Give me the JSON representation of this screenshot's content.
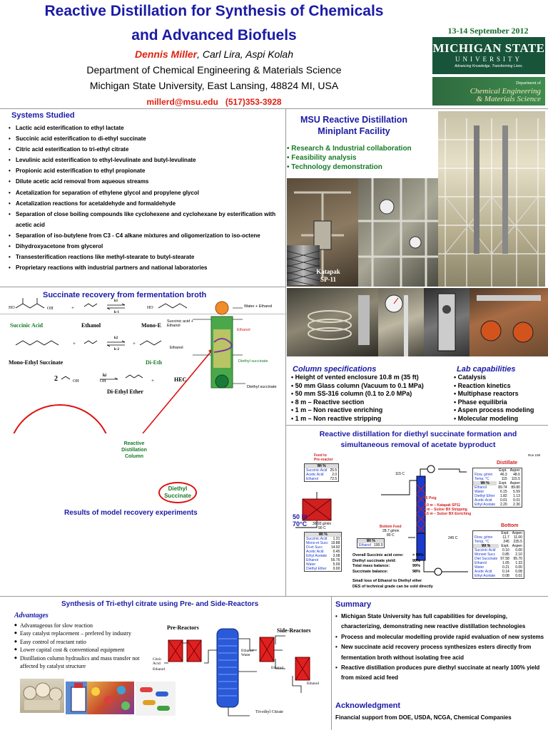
{
  "header": {
    "title_line1": "Reactive Distillation for Synthesis of Chemicals",
    "title_line2": "and Advanced Biofuels",
    "lead_author": "Dennis Miller",
    "coauthors": ", Carl Lira, Aspi Kolah",
    "department": "Department of Chemical Engineering & Materials Science",
    "university": "Michigan State University, East Lansing, 48824 MI, USA",
    "email": "millerd@msu.edu",
    "phone": "(517)353-3928",
    "date": "13-14 September 2012"
  },
  "logos": {
    "msu_line1": "MICHIGAN STATE",
    "msu_line2": "UNIVERSITY",
    "msu_tagline": "Advancing Knowledge. Transforming Lives.",
    "dept_prefix": "Department of",
    "dept_line1": "Chemical Engineering",
    "dept_line2": "& Materials Science"
  },
  "systems": {
    "title": "Systems Studied",
    "items": [
      "Lactic acid esterification to ethyl lactate",
      "Succinic acid esterification to di-ethyl succinate",
      "Citric acid esterification to tri-ethyl citrate",
      "Levulinic acid esterification to ethyl-levulinate and butyl-levulinate",
      "Propionic acid esterification to ethyl propionate",
      "Dilute acetic acid removal from aqueous streams",
      "Acetalization for separation of ethylene glycol and propylene glycol",
      "Acetalization reactions for acetaldehyde and formaldehyde",
      "Separation of close boiling compounds like cyclohexene and cyclohexane by esterification with acetic acid",
      "Separation of iso-butylene from C3 - C4 alkane mixtures and oligomerization to iso-octene",
      "Dihydroxyacetone from glycerol",
      "Transesterification reactions like methyl-stearate to butyl-stearate",
      "Proprietary reactions with industrial partners and national laboratories"
    ]
  },
  "miniplant": {
    "title_line1": "MSU Reactive Distillation",
    "title_line2": "Miniplant Facility",
    "bullets": [
      "Research & Industrial collaboration",
      "Feasibility analysis",
      "Technology demonstration"
    ],
    "katapak_line1": "Katapak",
    "katapak_line2": "SP-11"
  },
  "succinate": {
    "title": "Succinate recovery from fermentation broth",
    "succinic_acid": "Succinic Acid",
    "ethanol": "Ethanol",
    "mono_e": "Mono-E",
    "mono_ethyl_succinate": "Mono-Ethyl Succinate",
    "di_eth": "Di-Eth",
    "di_ethyl_ether": "Di-Ethyl Ether",
    "stoich": "2",
    "ki": "ki",
    "k1": "k1",
    "km1": "k-1",
    "k2": "k2",
    "km2": "k-2",
    "hec": "HEC",
    "col_water_ethanol": "Water + Ethanol",
    "col_feed": "Succinic acid + Ethanol",
    "col_ethanol_out": "Ethanol",
    "col_ethanol_in": "Ethanol",
    "col_diethyl1": "Diethyl succinate",
    "col_diethyl2": "Diethyl succinate",
    "reactive_col_line1": "Reactive",
    "reactive_col_line2": "Distillation",
    "reactive_col_line3": "Column",
    "diethyl_line1": "Diethyl",
    "diethyl_line2": "Succinate",
    "results_title": "Results of model recovery experiments"
  },
  "specs": {
    "title": "Column specifications",
    "items": [
      "Height of vented enclosure  10.8 m (35 ft)",
      "50 mm Glass column (Vacuum to 0.1 MPa)",
      "50 mm SS-316 column (0.1 to 2.0 MPa)",
      "8 m – Reactive section",
      "1 m – Non reactive enriching",
      "1 m – Non reactive stripping"
    ]
  },
  "lab": {
    "title": "Lab capabilities",
    "items": [
      "Catalysis",
      "Reaction kinetics",
      "Multiphase reactors",
      "Phase equilibria",
      "Aspen process modeling",
      "Molecular modeling"
    ]
  },
  "rd": {
    "title_line1": "Reactive distillation for diethyl succinate formation and",
    "title_line2": "simultaneous removal of acetate byproduct",
    "run": "Run 108",
    "feed_label": "Feed to\nPre-reactor",
    "feed_table": {
      "head": "Wt %",
      "rows": [
        [
          "Succinic Acid",
          "25.5"
        ],
        [
          "Acetic Acid",
          "2.0"
        ],
        [
          "Ethanol",
          "72.5"
        ]
      ]
    },
    "vessel_label1": "50 lit",
    "vessel_label2": "70°C",
    "top_feed": "Top Feed",
    "top_feed_flow": "39.93 g/min",
    "top_feed_temp": "90 C",
    "top_table": {
      "head": "Wt %",
      "rows": [
        [
          "Succinic Acid",
          "1.31"
        ],
        [
          "Mono-et Succ",
          "19.88"
        ],
        [
          "Di-et Succ",
          "14.92"
        ],
        [
          "Acetic Acid",
          "0.45"
        ],
        [
          "Ethyl Acetate",
          "3.08"
        ],
        [
          "Ethanol",
          "55.76"
        ],
        [
          "Water",
          "5.09"
        ],
        [
          "Diethyl Ether",
          "0.00"
        ]
      ]
    },
    "temp_top": "115 C",
    "pressure": "45 Psig",
    "section1": "3.0 m – Katapak SP11",
    "section2": "1 m – Sulzer BX Stripping",
    "section3": "0.6 m – Sulzer BX Enriching",
    "bottom_feed": "Bottom Feed",
    "bottom_feed_flow": "28.7 g/min",
    "bottom_feed_temp": "80 C",
    "bottom_feed_table": {
      "head": "Wt %",
      "rows": [
        [
          "Ethanol",
          "100.0"
        ]
      ]
    },
    "temp_bottom": "245 C",
    "distillate_title": "Distillate",
    "distillate_head": [
      "",
      "Expt.",
      "Aspen"
    ],
    "distillate_flow": [
      [
        "Flow, g/min",
        "46.3",
        "48.6"
      ],
      [
        "Temp, °C",
        "115",
        "115.5"
      ]
    ],
    "distillate_comp": [
      [
        "Ethanol",
        "89.74",
        "89.80"
      ],
      [
        "Water",
        "6.15",
        "5.59"
      ],
      [
        "Diethyl Ether",
        "1.82",
        "1.13"
      ],
      [
        "Acetic Acid",
        "0.01",
        "0.01"
      ],
      [
        "Ethyl Acetate",
        "2.20",
        "2.30"
      ]
    ],
    "bottom_title": "Bottom",
    "bottom_head": [
      "",
      "Expt.",
      "Aspen"
    ],
    "bottom_flow": [
      [
        "Flow, g/min",
        "11.7",
        "11.00"
      ],
      [
        "Temp, °C",
        "245",
        "235.5"
      ]
    ],
    "bottom_comp": [
      [
        "Succinic Acid",
        "0.10",
        "0.00"
      ],
      [
        "Monoet Succ",
        "0.85",
        "2.10"
      ],
      [
        "Diet Succinate",
        "97.58",
        "95.70"
      ],
      [
        "Ethanol",
        "1.05",
        "1.33"
      ],
      [
        "Water",
        "0.21",
        "0.00"
      ],
      [
        "Acetic Acid",
        "0.14",
        "0.08"
      ],
      [
        "Ethyl Acetate",
        "0.08",
        "0.01"
      ]
    ],
    "wt_label": "Wt %",
    "results": [
      [
        "Overall Succinic acid conv:",
        "> 99%"
      ],
      [
        "Diethyl succinate yield:",
        "99%"
      ],
      [
        "Total mass balance:",
        "99%"
      ],
      [
        "Succinate balance:",
        "98%"
      ]
    ],
    "note1": "Small loss of Ethanol to Diethyl ether",
    "note2": "DES of technical grade can be sold directly"
  },
  "citrate": {
    "title": "Synthesis of Tri-ethyl citrate using Pre- and Side-Reactors",
    "advantages_title": "Advantages",
    "advantages": [
      "Advantageous for slow reaction",
      "Easy catalyst replacement – prefered by industry",
      "Easy control of reactant ratio",
      "Lower capital cost & conventional equipment",
      "Distillation column hydraulics and mass transfer not affected by catalyst structure"
    ],
    "pre_reactors": "Pre-Reactors",
    "side_reactors": "Side-Reactors",
    "citric_acid": "Citric\nAcid",
    "ethanol_feed": "Ethanol",
    "ethanol_water": "Ethanol\nWater",
    "ethanol_side1": "Ethanol",
    "ethanol_side2": "Ethanol",
    "product": "Tri-ethyl Citrate"
  },
  "summary": {
    "title": "Summary",
    "items": [
      "Michigan State University has full capabilities for developing, characterizing, demonstrating new reactive distillation technologies",
      "Process and molecular modelling provide rapid evaluation of new systems",
      "New succinate acid recovery process synthesizes esters directly from fermentation broth without isolating free acid",
      "Reactive distillation produces pure diethyl succinate at nearly 100% yield from mixed acid feed"
    ],
    "ack_title": "Acknowledgment",
    "ack_text": "Financial support from DOE, USDA, NCGA, Chemical Companies"
  },
  "colors": {
    "title_blue": "#1a1aa6",
    "author_red": "#dd2211",
    "msu_green": "#18543a",
    "bullet_green": "#177a27"
  }
}
